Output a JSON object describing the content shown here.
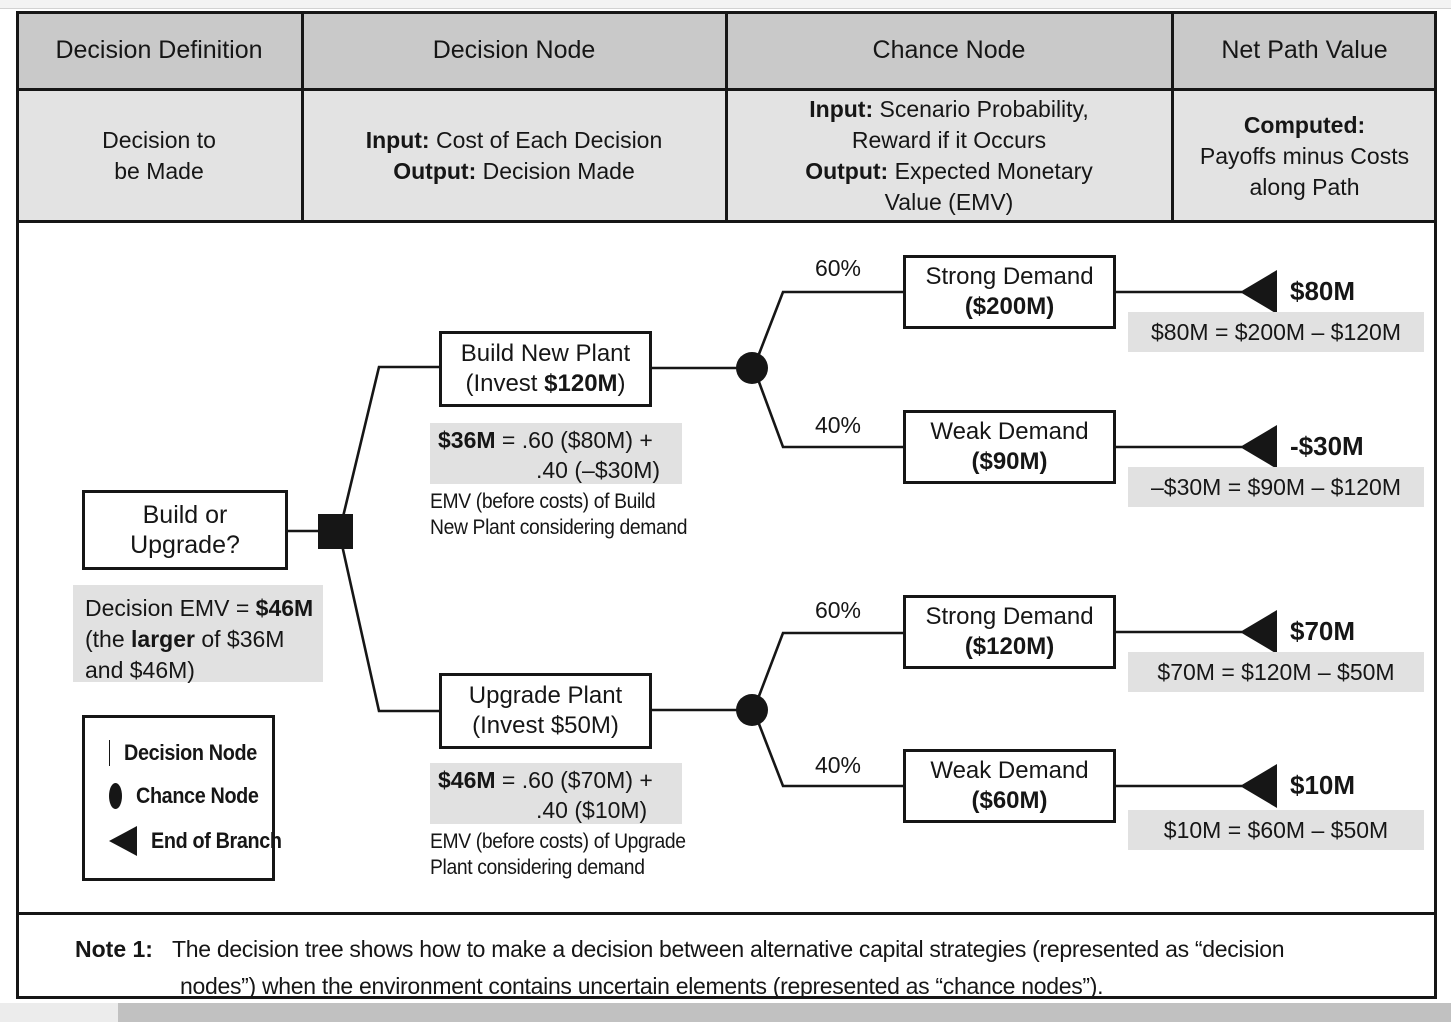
{
  "header": {
    "columns": [
      {
        "title": "Decision Definition",
        "desc": [
          {
            "pre": "Decision to"
          },
          {
            "pre": "be Made"
          }
        ]
      },
      {
        "title": "Decision Node",
        "desc": [
          {
            "bold": "Input:",
            "post": " Cost of Each Decision"
          },
          {
            "bold": "Output:",
            "post": " Decision Made"
          }
        ]
      },
      {
        "title": "Chance Node",
        "desc": [
          {
            "bold": "Input:",
            "post": " Scenario Probability,"
          },
          {
            "pre": "Reward if it Occurs"
          },
          {
            "bold": "Output:",
            "post": " Expected Monetary"
          },
          {
            "pre": "Value (EMV)"
          }
        ]
      },
      {
        "title": "Net Path Value",
        "desc": [
          {
            "bold": "Computed:"
          },
          {
            "pre": "Payoffs minus Costs"
          },
          {
            "pre": "along Path"
          }
        ]
      }
    ]
  },
  "tree": {
    "root": {
      "question": "Build or Upgrade?",
      "emv": [
        {
          "pre": "Decision EMV = ",
          "bold": "$46M"
        },
        {
          "pre": "(the ",
          "bold": "larger",
          "post": " of $36M"
        },
        {
          "pre": "and $46M)"
        }
      ]
    },
    "decisions": [
      {
        "name": {
          "line1": "Build New Plant",
          "line2": {
            "pre": "(Invest ",
            "bold": "$120M",
            "post": ")"
          }
        },
        "emv": {
          "line1": {
            "bold": "$36M",
            "post": " = .60 ($80M) +"
          },
          "line2": ".40 (–$30M)"
        },
        "caption": [
          "EMV (before costs) of Build",
          "New Plant considering demand"
        ]
      },
      {
        "name": {
          "line1": "Upgrade Plant",
          "line2": {
            "pre": "(Invest $50M)"
          }
        },
        "emv": {
          "line1": {
            "bold": "$46M",
            "post": " = .60 ($70M) +"
          },
          "line2": ".40 ($10M)"
        },
        "caption": [
          "EMV (before costs) of Upgrade",
          "Plant considering demand"
        ]
      }
    ],
    "branches": [
      {
        "prob": "60%",
        "label": "Strong Demand",
        "amount": "($200M)",
        "value": "$80M",
        "formula": "$80M = $200M – $120M"
      },
      {
        "prob": "40%",
        "label": "Weak Demand",
        "amount": "($90M)",
        "value": "-$30M",
        "formula": "–$30M = $90M – $120M"
      },
      {
        "prob": "60%",
        "label": "Strong Demand",
        "amount": "($120M)",
        "value": "$70M",
        "formula": "$70M = $120M – $50M"
      },
      {
        "prob": "40%",
        "label": "Weak Demand",
        "amount": "($60M)",
        "value": "$10M",
        "formula": "$10M = $60M – $50M"
      }
    ],
    "legend": [
      {
        "symbol": "decision-square",
        "label": "Decision Node"
      },
      {
        "symbol": "chance-circle",
        "label": "Chance Node"
      },
      {
        "symbol": "end-triangle",
        "label": "End of Branch"
      }
    ]
  },
  "note": {
    "label": "Note 1:",
    "line1": "The decision tree shows how to make a decision between alternative capital strategies (represented as “decision",
    "line2": "nodes”) when the environment contains uncertain elements (represented as “chance nodes”)."
  },
  "colors": {
    "header_dark": "#c9c9c9",
    "header_light": "#e3e3e3",
    "highlight": "#e1e1e1",
    "ink": "#161616",
    "scrollbar_track": "#ececec",
    "scrollbar_thumb": "#c1c1c1",
    "page_strip": "#f3f3f3"
  }
}
